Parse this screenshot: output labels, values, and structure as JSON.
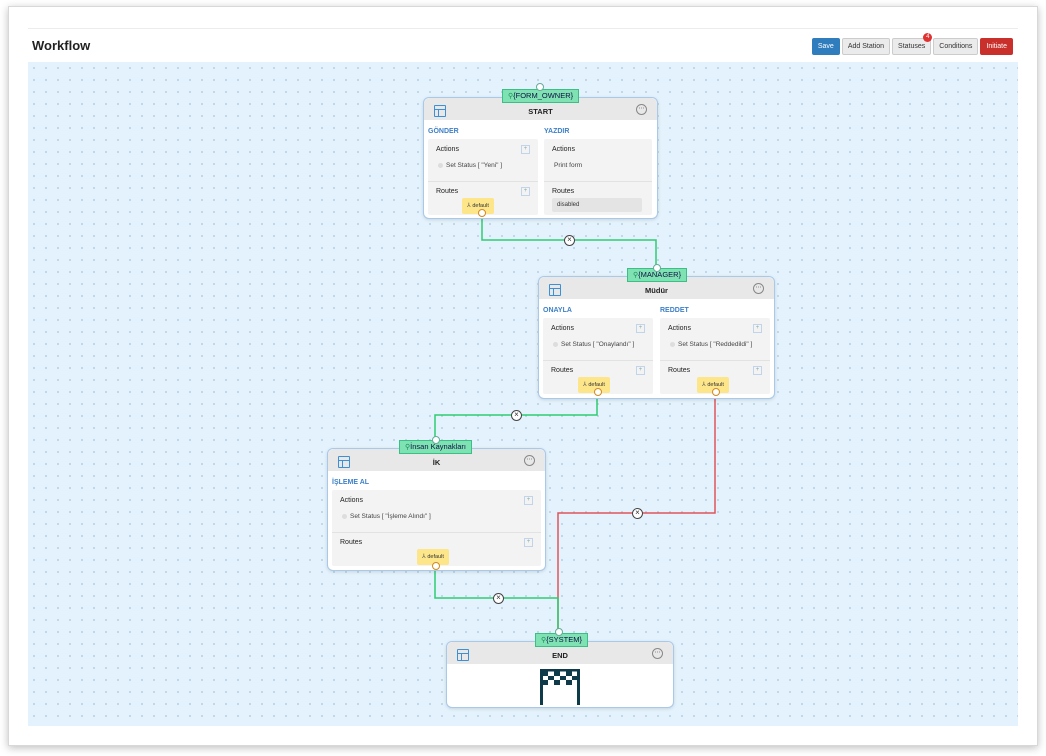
{
  "page": {
    "title": "Workflow"
  },
  "toolbar": {
    "save": "Save",
    "add_station": "Add Station",
    "statuses": "Statuses",
    "statuses_badge": "4",
    "conditions": "Conditions",
    "initiate": "Initiate"
  },
  "icons": {
    "role": "user-icon",
    "route": "route-icon",
    "menu": "ellipsis-icon",
    "station": "layout-icon",
    "end": "finish-flag-icon"
  },
  "colors": {
    "canvas": "#e3f2fc",
    "role": "#7ee2b3",
    "route": "#fde58a",
    "accent": "#3d7fc8",
    "approve_link": "#2ecc71",
    "reject_link": "#e0555a"
  },
  "stations": {
    "start": {
      "role": "{FORM_OWNER}",
      "title": "START",
      "a1": {
        "name": "GÖNDER",
        "actions": "Actions",
        "item": "Set Status [ \"Yeni\" ]",
        "routes": "Routes",
        "route": "default"
      },
      "a2": {
        "name": "YAZDIR",
        "actions": "Actions",
        "item": "Print form",
        "routes": "Routes",
        "route": "disabled"
      }
    },
    "manager": {
      "role": "{MANAGER}",
      "title": "Müdür",
      "a1": {
        "name": "ONAYLA",
        "actions": "Actions",
        "item": "Set Status [ \"Onaylandı\" ]",
        "routes": "Routes",
        "route": "default"
      },
      "a2": {
        "name": "REDDET",
        "actions": "Actions",
        "item": "Set Status [ \"Reddedildi\" ]",
        "routes": "Routes",
        "route": "default"
      }
    },
    "ik": {
      "role": "İnsan Kaynakları",
      "title": "İK",
      "a1": {
        "name": "İŞLEME AL",
        "actions": "Actions",
        "item": "Set Status [ \"İşleme Alındı\" ]",
        "routes": "Routes",
        "route": "default"
      }
    },
    "end": {
      "role": "{SYSTEM}",
      "title": "END"
    }
  }
}
